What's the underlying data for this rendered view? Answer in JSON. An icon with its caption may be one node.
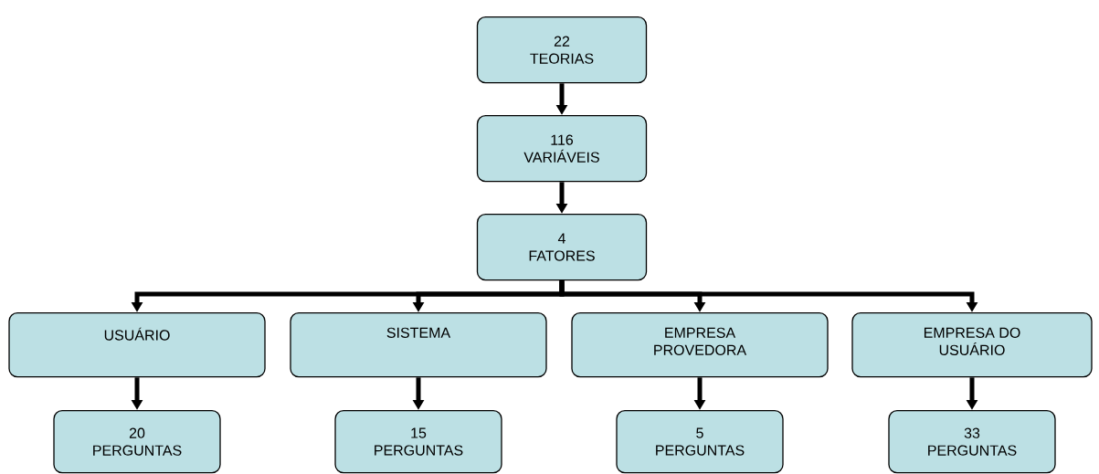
{
  "diagram": {
    "nodes": [
      {
        "text": [
          "22 TEORIAS"
        ]
      },
      {
        "text": [
          "116 VARIÁVEIS"
        ]
      },
      {
        "text": [
          "4 FATORES"
        ]
      },
      {
        "text": [
          "USUÁRIO"
        ]
      },
      {
        "text": [
          "SISTEMA"
        ]
      },
      {
        "text": [
          "EMPRESA PROVEDORA"
        ]
      },
      {
        "text": [
          "EMPRESA DO USUÁRIO"
        ]
      },
      {
        "text": [
          "20 PERGUNTAS"
        ]
      },
      {
        "text": [
          "15 PERGUNTAS"
        ]
      },
      {
        "text": [
          "5 PERGUNTAS"
        ]
      },
      {
        "text": [
          "33 PERGUNTAS"
        ]
      }
    ],
    "edges": [
      {
        "from": 0,
        "to": 1,
        "arrow": "to"
      },
      {
        "from": 1,
        "to": 2,
        "arrow": "to"
      },
      {
        "from": 2,
        "to": 3,
        "arrow": "to"
      },
      {
        "from": 2,
        "to": 4,
        "arrow": "to"
      },
      {
        "from": 2,
        "to": 5,
        "arrow": "to"
      },
      {
        "from": 2,
        "to": 6,
        "arrow": "to"
      },
      {
        "from": 3,
        "to": 7,
        "arrow": "to"
      },
      {
        "from": 4,
        "to": 8,
        "arrow": "to"
      },
      {
        "from": 5,
        "to": 9,
        "arrow": "to"
      },
      {
        "from": 6,
        "to": 10,
        "arrow": "to"
      }
    ]
  }
}
